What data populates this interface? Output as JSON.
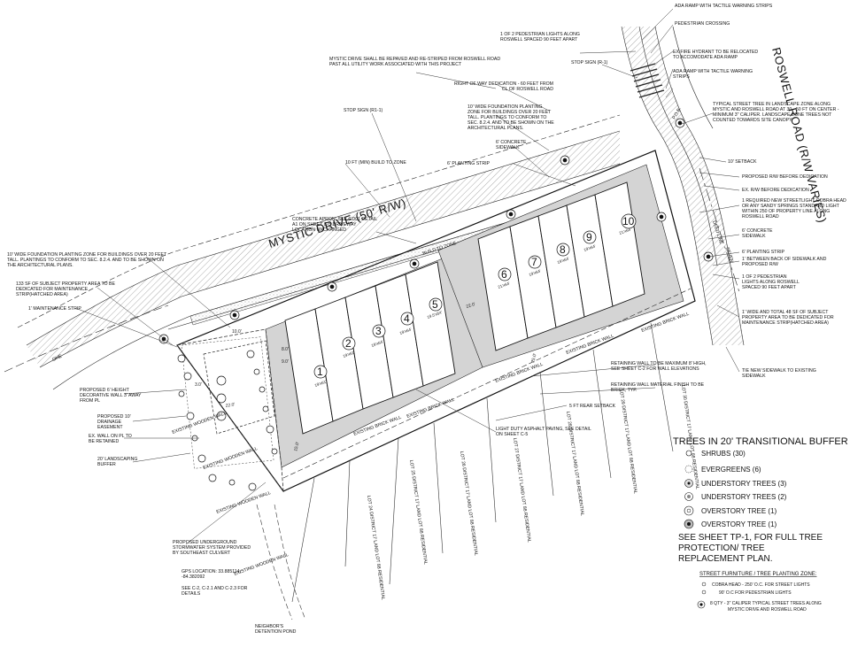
{
  "roads": {
    "mystic": "MYSTIC DRIVE (50' R/W)",
    "roswell": "ROSWELL ROAD (R/W VARIES)"
  },
  "units": [
    {
      "num": "1",
      "size": "19'x61'"
    },
    {
      "num": "2",
      "size": "19'x61'"
    },
    {
      "num": "3",
      "size": "19'x64'"
    },
    {
      "num": "4",
      "size": "19'x64'"
    },
    {
      "num": "5",
      "size": "19.5'x64'"
    },
    {
      "num": "6",
      "size": "21'x64'"
    },
    {
      "num": "7",
      "size": "19'x64'"
    },
    {
      "num": "8",
      "size": "19'x64'"
    },
    {
      "num": "9",
      "size": "19'x64'"
    },
    {
      "num": "10",
      "size": "21'x64'"
    }
  ],
  "dims": {
    "d10": "10.0'",
    "d22a": "22.0'",
    "d22b": "22.0'",
    "d25": "25.0'",
    "d15": "15.0'",
    "d9": "9.0'",
    "d8": "8.0'"
  },
  "notes": {
    "n_repave": "MYSTIC DRIVE SHALL BE REPAVED AND RE-STRIPED FROM ROSWELL ROAD PAST ALL UTILITY WORK ASSOCIATED WITH THIS PROJECT",
    "n_row": "RIGHT OF WAY DEDICATION - 60 FEET FROM CL OF ROSWELL ROAD",
    "n_found_top": "10' WIDE FOUNDATION PLANTING ZONE FOR BUILDINGS OVER 20 FEET TALL. PLANTINGS TO CONFORM TO SEC. 8.2.4. AND TO BE SHOWN ON THE ARCHITECTURAL PLANS.",
    "n_stop_r11": "STOP SIGN (R1-1)",
    "n_build_zone": "10 FT (MIN) BUILD TO ZONE",
    "n_conc_sw": "6' CONCRETE SIDEWALK",
    "n_plant_strip": "6' PLANTING STRIP",
    "n_apron": "CONCRETE APRON. SEE GD01 DETAIL A1 ON SHEET C-5 DRIVEWAY LOCATION UNCHANGED",
    "n_ped_lights": "1 OF 2 PEDESTRIAN LIGHTS ALONG ROSWELL SPACED 90 FEET APART",
    "n_stop_r1": "STOP SIGN (R-1)",
    "n_ada1": "ADA RAMP WITH TACTILE WARNING STRIPS",
    "n_ped_cross": "PEDESTRIAN CROSSING",
    "n_hydrant": "EX FIRE HYDRANT TO BE RELOCATED TO ACCOMODATE ADA RAMP",
    "n_ada2": "ADA RAMP WITH TACTILE WARNING STRIPS",
    "n_street_tree": "TYPICAL STREET TREE IN LANDSCAPE ZONE ALONG MYSTIC AND ROSWELL ROAD AT 30 - 50 FT ON CENTER - MINIMUM 3\" CALIPER. LANDSCAPE ZONE TREES NOT COUNTED TOWARDS SITE CANOPY",
    "n_pob": "P.O.B.",
    "n_setback10": "10' SETBACK",
    "n_prop_rw": "PROPOSED R/W BEFORE DEDICATION",
    "n_ex_rw": "EX. R/W BEFORE DEDICATION",
    "n_cobra": "1 REQUIRED NEW STREETLIGHT COBRA HEAD OR ANY SANDY SPRINGS STANDARD LIGHT WITHIN 250 OF PROPERTY LINE ALONG ROSWELL ROAD",
    "n_conc_sw2": "6' CONCRETE SIDEWALK",
    "n_plant6": "6' PLANTING STRIP",
    "n_between": "1' BETWEEN BACK OF SIDEWALK AND PROPOSED R/W",
    "n_ped_lights2": "1 OF 2 PEDESTRIAN LIGHTS ALONG ROSWELL SPACED 90 FEET APART",
    "n_dedic48": "1' WIDE AND TOTAL 48 SF OF SUBJECT PROPERTY AREA TO BE DEDICATED FOR MAINTENANCE STRIP(HATCHED AREA)",
    "n_tie_sw": "TIE NEW SIDEWALK TO EXISTING SIDEWALK",
    "n_retain_max": "RETAINING WALL TO BE MAXIMUM 8' HIGH, SEE SHEET C-2 FOR WALL ELEVATIONS",
    "n_retain_mat": "RETAINING WALL MATERIAL FINISH TO BE BRICK, TYP.",
    "n_rear_setback": "5 FT REAR SETBACK",
    "n_asphalt": "LIGHT DUTY ASPHALT PAVING, SEE DETAIL ON SHEET C-5",
    "n_found_left": "10' WIDE FOUNDATION PLANTING ZONE FOR BUILDINGS OVER 20 FEET TALL. PLANTINGS TO CONFORM TO SEC. 8.2.4. AND TO BE SHOWN ON THE ARCHITECTURAL PLANS.",
    "n_133sf": "133 SF OF SUBJECT PROPERTY AREA TO BE DEDICATED FOR MAINTENANCE STRIP(HATCHED AREA)",
    "n_maint1": "1' MAINTENANCE STRIP",
    "n_dec_wall": "PROPOSED 6' HEIGHT DECORATIVE WALL 3' AWAY FROM PL",
    "n_drain": "PROPOSED 10' DRAINAGE EASEMENT",
    "n_ex_wall": "EX. WALL ON PL TO BE RETAINED",
    "n_buffer": "20' LANDSCAPING BUFFER",
    "n_stormwater": "PROPOSED UNDERGROUND STORMWATER SYSTEM PROVIDED BY SOUTHEAST CULVERT",
    "n_gps": "GPS LOCATION: 33.885114, -84.382092",
    "n_seec2": "SEE C-2, C-2.1 AND C-2.3 FOR DETAILS",
    "n_detention": "NEIGHBOR'S DETENTION POND",
    "n_ex_wood1": "EXISTING WOODEN WALL",
    "n_ex_wood2": "EXISTING WOODEN WALL",
    "n_ex_wood3": "EXISTING WOODEN WALL",
    "n_ex_wood4": "EXISTING WOODEN WALL",
    "n_ex_brick1": "EXISTING BRICK WALL",
    "n_ex_brick2": "EXISTING BRICK WALL",
    "n_ex_brick3": "EXISTING BRICK WALL",
    "n_ex_brick4": "EXISTING BRICK WALL",
    "n_ex_brick5": "EXISTING BRICK WALL",
    "n_lot1": "LOT 24 DISTRICT 17 LAND LOT 88 RESIDENTIAL",
    "n_lot2": "LOT 25 DISTRICT 17 LAND LOT 88 RESIDENTIAL",
    "n_lot3": "LOT 26 DISTRICT 17 LAND LOT 88 RESIDENTIAL",
    "n_lot4": "LOT 27 DISTRICT 17 LAND LOT 88 RESIDENTIAL",
    "n_lot5": "LOT 28 DISTRICT 17 LAND LOT 88 RESIDENTIAL",
    "n_lot6": "LOT 29 DISTRICT 17 LAND LOT 88 RESIDENTIAL",
    "n_lot7": "LOT 30 DISTRICT 17 LAND LOT 88 RESIDENTIAL",
    "n_build_to": "BUILD TO ZONE",
    "n_ohe": "OHE",
    "n_sev": "SEVEN",
    "n_deed": "DEED LINE"
  },
  "legend": {
    "title": "TREES IN 20' TRANSITIONAL BUFFER",
    "items": [
      {
        "icon": "shrub-icon",
        "label": "SHRUBS (30)"
      },
      {
        "icon": "evergreen-icon",
        "label": "EVERGREENS (6)"
      },
      {
        "icon": "understory-tree-icon",
        "label": "UNDERSTORY TREES (3)"
      },
      {
        "icon": "understory-tree-alt-icon",
        "label": "UNDERSTORY TREES (2)"
      },
      {
        "icon": "overstory-tree-icon",
        "label": "OVERSTORY TREE (1)"
      },
      {
        "icon": "overstory-tree-alt-icon",
        "label": "OVERSTORY TREE (1)"
      }
    ],
    "see1": "SEE SHEET TP-1, FOR FULL TREE",
    "see2": "PROTECTION/ TREE",
    "see3": "REPLACEMENT PLAN."
  },
  "furniture": {
    "title": "STREET FURNITURE / TREE PLANTING ZONE:",
    "cobra": "COBRA HEAD - 250' O.C. FOR STREET LIGHTS",
    "ped": "90' O.C FOR PEDESTRIAN LIGHTS",
    "trees1": "8 QTY - 3\" CALIPER TYPICAL STREET TREES ALONG",
    "trees2": "MYSTIC DRIVE AND ROSWELL ROAD"
  },
  "colors": {
    "line": "#222222",
    "paving": "#d4d4d4",
    "hatch": "#9a9a9a",
    "background": "#ffffff"
  }
}
